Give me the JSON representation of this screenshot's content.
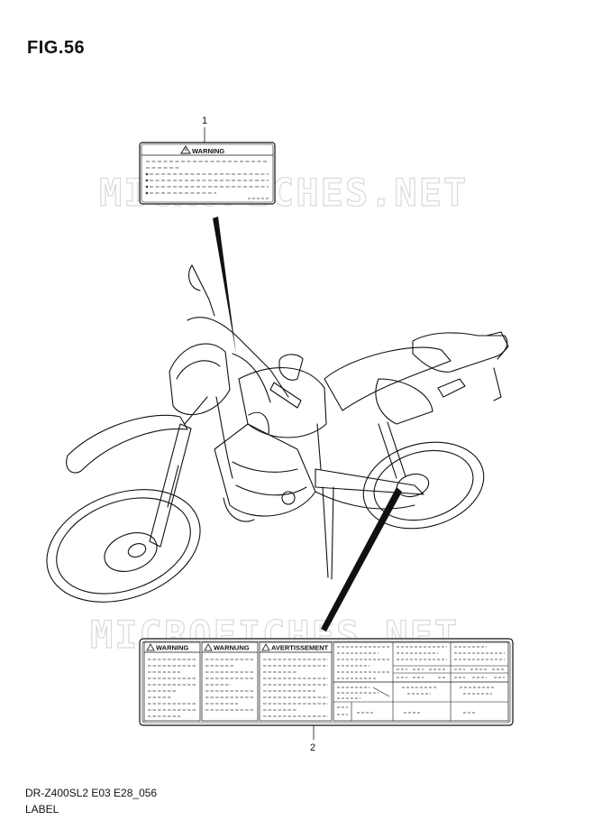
{
  "figure": {
    "title": "FIG.56"
  },
  "watermark": {
    "text": "MICROFICHES.NET"
  },
  "parts": [
    {
      "callout": "1",
      "heading": "WARNING"
    },
    {
      "callout": "2",
      "headings": [
        "WARNING",
        "WARNUNG",
        "AVERTISSEMENT"
      ]
    }
  ],
  "footer": {
    "code": "DR-Z400SL2 E03 E28_056",
    "caption": "LABEL"
  }
}
